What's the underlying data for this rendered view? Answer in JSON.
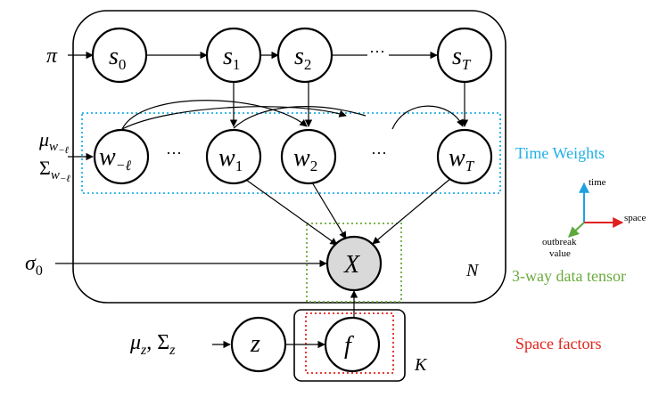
{
  "nodes": {
    "s0": {
      "base": "s",
      "sub": "0"
    },
    "s1": {
      "base": "s",
      "sub": "1"
    },
    "s2": {
      "base": "s",
      "sub": "2"
    },
    "sT": {
      "base": "s",
      "sub": "T"
    },
    "wl": {
      "base": "w",
      "sub": "−ℓ"
    },
    "w1": {
      "base": "w",
      "sub": "1"
    },
    "w2": {
      "base": "w",
      "sub": "2"
    },
    "wT": {
      "base": "w",
      "sub": "T"
    },
    "X": {
      "base": "X"
    },
    "z": {
      "base": "z"
    },
    "f": {
      "base": "f"
    }
  },
  "inputs": {
    "pi": "π",
    "mu_w": {
      "base": "μ",
      "sub": "w",
      "subsub": "−ℓ"
    },
    "sigma_w": {
      "base": "Σ",
      "sub": "w",
      "subsub": "−ℓ"
    },
    "sigma0": {
      "base": "σ",
      "sub": "0"
    },
    "mu_sigma_z": {
      "mu": "μ",
      "sigma": "Σ",
      "sub": "z"
    }
  },
  "ellipsis": "···",
  "plates": {
    "N": "N",
    "K": "K"
  },
  "annotations": {
    "time_weights": "Time Weights",
    "data_tensor": "3-way data tensor",
    "space_factors": "Space factors"
  },
  "axes": {
    "time": "time",
    "space": "space",
    "outbreak_line1": "outbreak",
    "outbreak_line2": "value"
  },
  "colors": {
    "time_weights": "#1fb0e6",
    "data_tensor": "#6aab3c",
    "space_factors": "#e3231b",
    "axis_time": "#1fa0e0",
    "axis_space": "#e02020",
    "axis_outbreak": "#5ca83a"
  }
}
